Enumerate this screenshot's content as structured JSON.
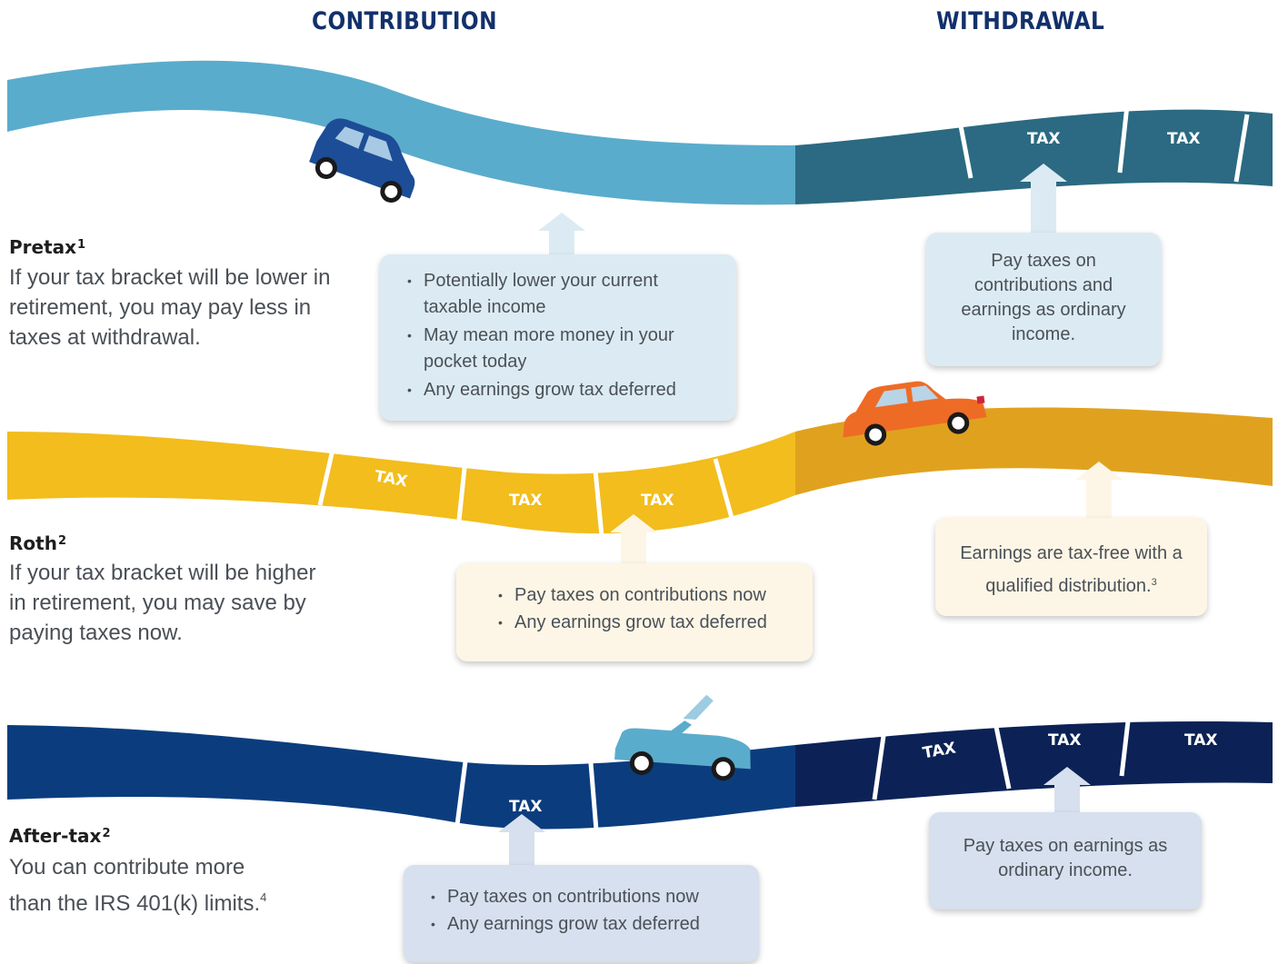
{
  "headers": {
    "contribution": "CONTRIBUTION",
    "withdrawal": "WITHDRAWAL"
  },
  "tax_label": "TAX",
  "colors": {
    "pretax_contribution": "#5aaccc",
    "pretax_withdrawal": "#2b6a82",
    "roth_contribution": "#f2bd1d",
    "roth_withdrawal": "#e0a21e",
    "aftertax_contribution": "#0b3d7e",
    "aftertax_withdrawal": "#0c2256",
    "pretax_callout": "#dcebf3",
    "roth_callout": "#fdf6e6",
    "aftertax_callout": "#d6e0ee"
  },
  "pretax": {
    "title": "Pretax",
    "footnote": "1",
    "description": "If your tax bracket will be lower in retirement, you may pay less in taxes at withdrawal.",
    "contribution_points": [
      "Potentially lower your current taxable income",
      "May mean more money in your pocket today",
      "Any earnings grow tax deferred"
    ],
    "withdrawal_text": "Pay taxes on contributions and earnings as ordinary income."
  },
  "roth": {
    "title": "Roth",
    "footnote": "2",
    "description": "If your tax bracket will be higher in retirement, you may save by paying taxes now.",
    "contribution_points": [
      "Pay taxes on contributions now",
      "Any earnings grow tax deferred"
    ],
    "withdrawal_text": "Earnings are tax-free with a qualified distribution.",
    "withdrawal_footnote": "3"
  },
  "aftertax": {
    "title": "After-tax",
    "footnote": "2",
    "description": "You can contribute more than the IRS 401(k) limits.",
    "description_footnote": "4",
    "contribution_points": [
      "Pay taxes on contributions now",
      "Any earnings grow tax deferred"
    ],
    "withdrawal_text": "Pay taxes on earnings as ordinary income."
  }
}
